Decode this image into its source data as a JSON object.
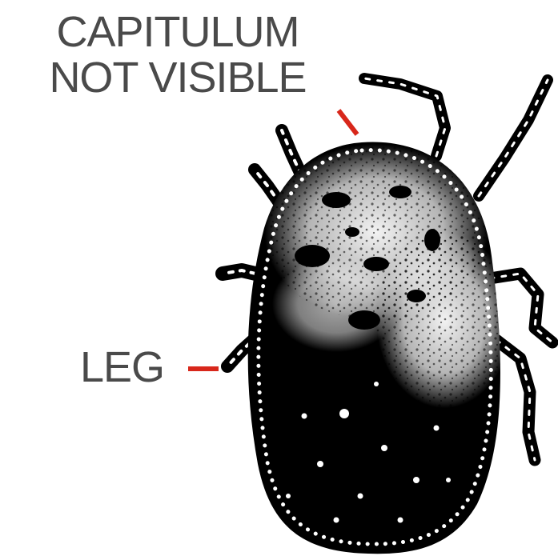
{
  "labels": {
    "capitulum_line1": "CAPITULUM",
    "capitulum_line2": "NOT VISIBLE",
    "leg": "LEG"
  },
  "colors": {
    "label_text": "#4a4a4a",
    "leader_line": "#d8271b",
    "body_ink": "#000000",
    "background": "#ffffff"
  }
}
